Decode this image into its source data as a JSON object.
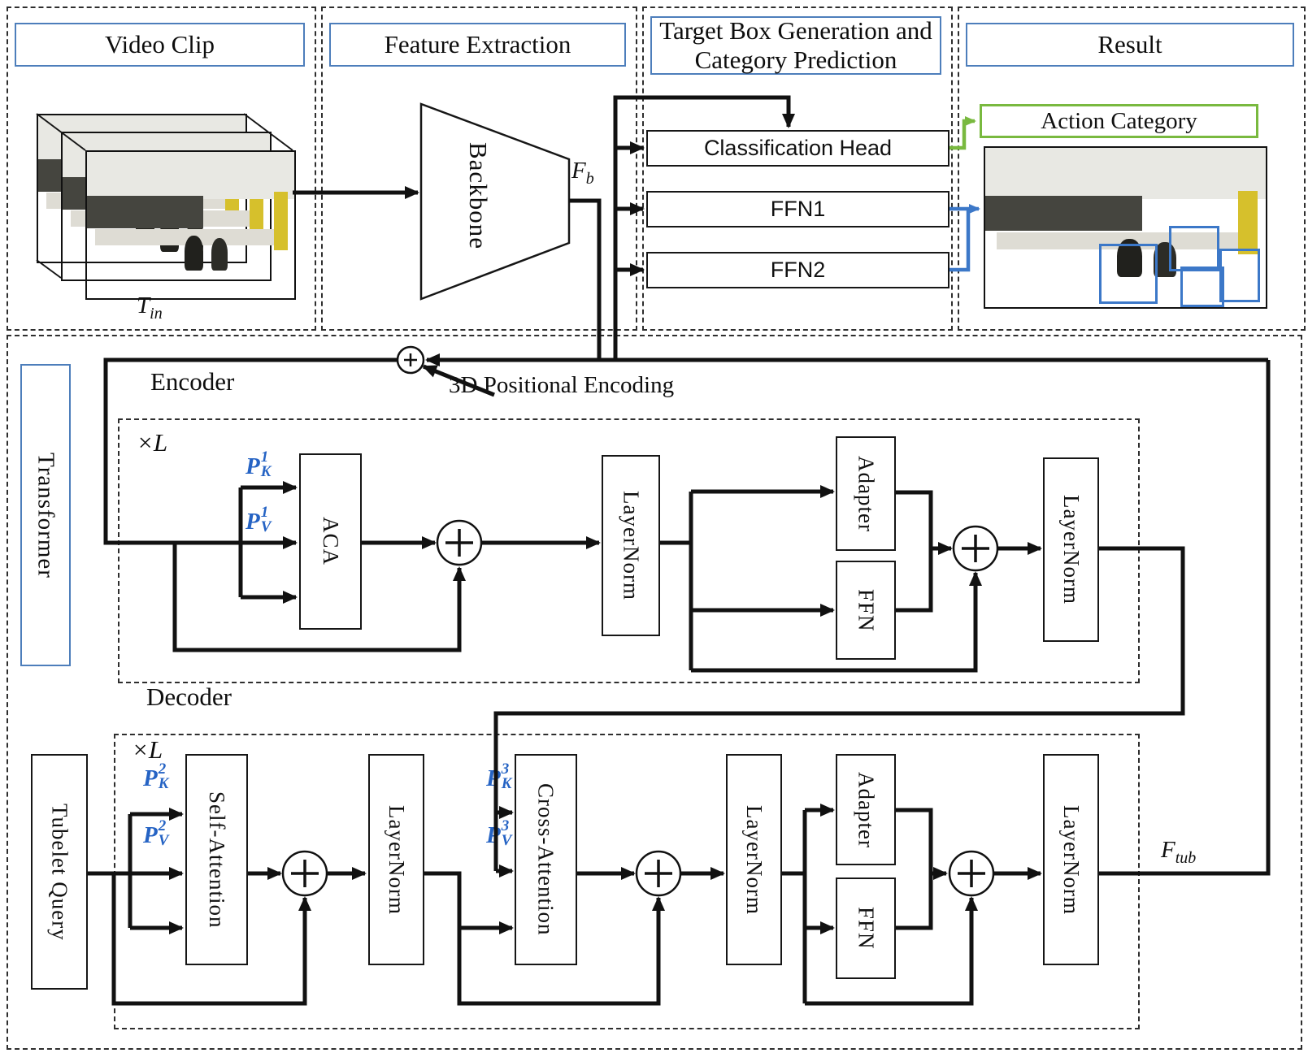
{
  "colors": {
    "panel_header_blue": "#4d7ebb",
    "flow_black": "#111111",
    "query_label_blue": "#2563c4",
    "action_green": "#79b93f",
    "bbox_blue": "#3c78c8"
  },
  "top": {
    "video_clip": {
      "title": "Video Clip",
      "t": {
        "base": "T",
        "sub": "in"
      }
    },
    "feature_extraction": {
      "title": "Feature Extraction",
      "backbone": "Backbone",
      "f": {
        "base": "F",
        "sub": "b"
      }
    },
    "target_box": {
      "title": "Target Box Generation and Category Prediction",
      "classification_head": "Classification Head",
      "ffn1": "FFN1",
      "ffn2": "FFN2"
    },
    "result": {
      "title": "Result",
      "action_category": "Action Category"
    }
  },
  "transformer": {
    "label": "Transformer",
    "positional_encoding": "3D Positional Encoding",
    "encoder": {
      "label": "Encoder",
      "repeat": "×L",
      "pk": {
        "base": "P",
        "sup": "1",
        "sub": "K"
      },
      "pv": {
        "base": "P",
        "sup": "1",
        "sub": "V"
      },
      "aca": "ACA",
      "layernorm1": "LayerNorm",
      "adapter": "Adapter",
      "ffn": "FFN",
      "layernorm2": "LayerNorm"
    },
    "decoder": {
      "label": "Decoder",
      "repeat": "×L",
      "tubelet_query": "Tubelet Query",
      "pk2": {
        "base": "P",
        "sup": "2",
        "sub": "K"
      },
      "pv2": {
        "base": "P",
        "sup": "2",
        "sub": "V"
      },
      "self_attention": "Self-Attention",
      "layernorm1": "LayerNorm",
      "pk3": {
        "base": "P",
        "sup": "3",
        "sub": "K"
      },
      "pv3": {
        "base": "P",
        "sup": "3",
        "sub": "V"
      },
      "cross_attention": "Cross-Attention",
      "layernorm2": "LayerNorm",
      "adapter": "Adapter",
      "ffn": "FFN",
      "layernorm3": "LayerNorm"
    },
    "f_tub": {
      "base": "F",
      "sub": "tub"
    }
  }
}
